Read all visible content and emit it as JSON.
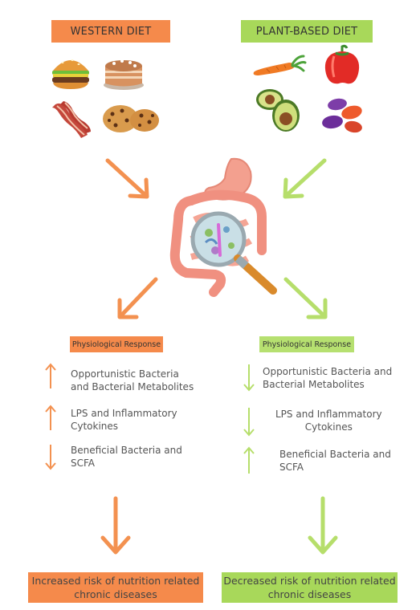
{
  "colors": {
    "western": "#f58a4b",
    "plant": "#a8d85a",
    "arrow_orange": "#f39150",
    "arrow_green": "#b6de6b"
  },
  "western": {
    "title": "WESTERN DIET",
    "foods": [
      "burger-icon",
      "cake-icon",
      "bacon-icon",
      "cookies-icon"
    ],
    "response_title": "Physiological Response",
    "items": [
      {
        "direction": "up",
        "text": "Opportunistic Bacteria\nand Bacterial Metabolites"
      },
      {
        "direction": "up",
        "text": "LPS and Inflammatory\nCytokines"
      },
      {
        "direction": "down",
        "text": "Beneficial Bacteria and\nSCFA"
      }
    ],
    "outcome": "Increased risk of nutrition related\nchronic diseases"
  },
  "plant": {
    "title": "PLANT-BASED DIET",
    "foods": [
      "carrot-icon",
      "pepper-icon",
      "avocado-icon",
      "beans-icon"
    ],
    "response_title": "Physiological Response",
    "items": [
      {
        "direction": "down",
        "text": "Opportunistic Bacteria and\nBacterial Metabolites"
      },
      {
        "direction": "down",
        "text": "LPS and Inflammatory\nCytokines"
      },
      {
        "direction": "up",
        "text": "Beneficial Bacteria and\nSCFA"
      }
    ],
    "outcome": "Decreased risk of nutrition related\nchronic diseases"
  },
  "center": {
    "icon": "gut-microbiome-magnifier-icon"
  }
}
